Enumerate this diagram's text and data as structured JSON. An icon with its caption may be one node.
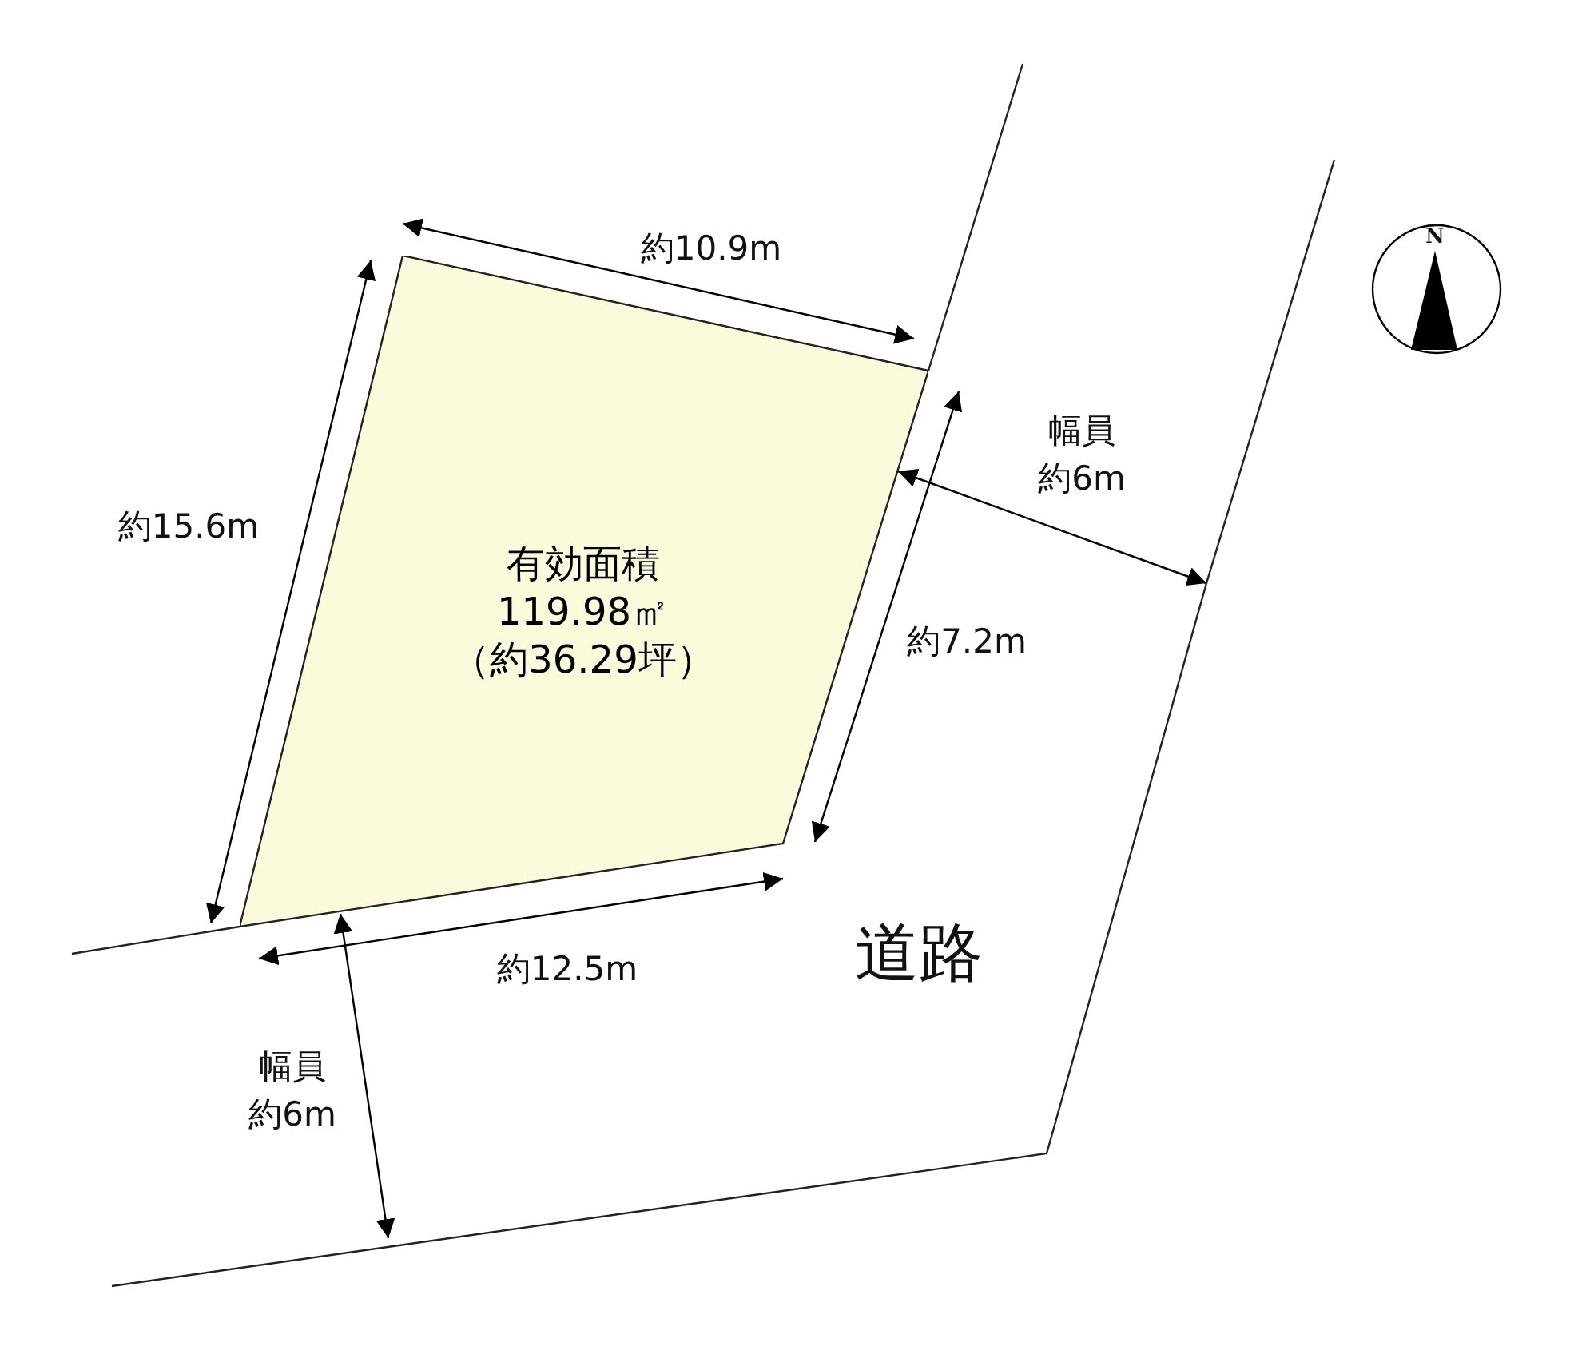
{
  "diagram": {
    "nodes": [
      {
        "text": [
          "有効面積",
          "119.98㎡",
          "（約36.29坪）"
        ]
      }
    ],
    "labels": [
      "N",
      "約10.9m",
      "幅員",
      "約6m",
      "約15.6m",
      "約7.2m",
      "道路",
      "約12.5m",
      "幅員",
      "約6m"
    ]
  }
}
